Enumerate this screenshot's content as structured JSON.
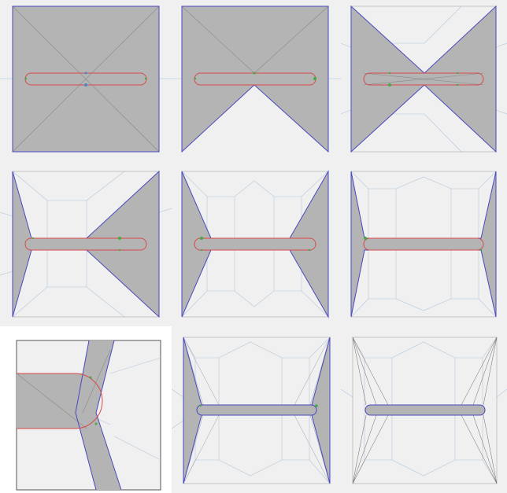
{
  "colors": {
    "fill": "#b4b4b4",
    "outline": "#4848c0",
    "capsule": "#d84848",
    "guide": "#b2c6da",
    "guide_dark": "#9aa0a8",
    "frame": "#a8a8a8",
    "node": "#44aa44",
    "node_blue": "#4488cc",
    "background": "#f0f0f0",
    "inset_bg": "#ffffff"
  },
  "panels": [
    {
      "id": "square",
      "stage": 1,
      "has_capsule": true
    },
    {
      "id": "notched-square",
      "stage": 2,
      "has_capsule": true
    },
    {
      "id": "bowtie",
      "stage": 3,
      "has_capsule": true
    },
    {
      "id": "thin-bowtie",
      "stage": 4,
      "has_capsule": true
    },
    {
      "id": "narrow-bowtie",
      "stage": 5,
      "has_capsule": true
    },
    {
      "id": "bar-with-spikes",
      "stage": 6,
      "has_capsule": true
    },
    {
      "id": "zoom-detail",
      "stage": 7,
      "has_capsule": true
    },
    {
      "id": "bar-with-slivers",
      "stage": 8,
      "has_capsule": false
    },
    {
      "id": "final-bar",
      "stage": 9,
      "has_capsule": false
    }
  ]
}
